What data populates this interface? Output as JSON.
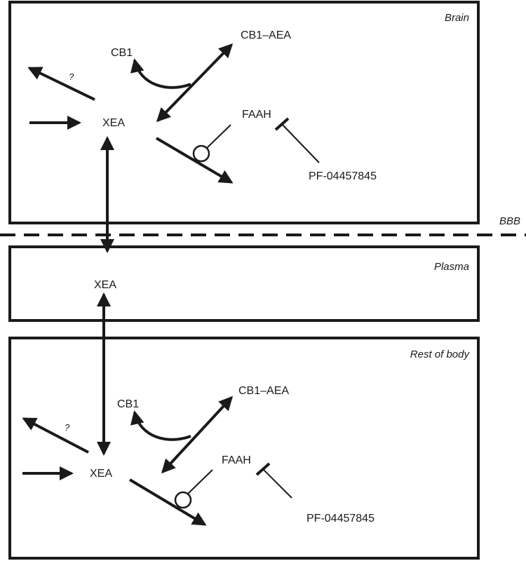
{
  "regions": {
    "brain": "Brain",
    "plasma": "Plasma",
    "rest": "Rest of body",
    "bbb": "BBB"
  },
  "brain": {
    "xea": "XEA",
    "cb1": "CB1",
    "cb1_aea": "CB1–AEA",
    "faah": "FAAH",
    "inhibitor": "PF-04457845",
    "unknown": "?"
  },
  "plasma": {
    "xea": "XEA"
  },
  "rest": {
    "xea": "XEA",
    "cb1": "CB1",
    "cb1_aea": "CB1–AEA",
    "faah": "FAAH",
    "inhibitor": "PF-04457845",
    "unknown": "?"
  },
  "colors": {
    "ink": "#1a1a1a",
    "background": "#ffffff"
  }
}
